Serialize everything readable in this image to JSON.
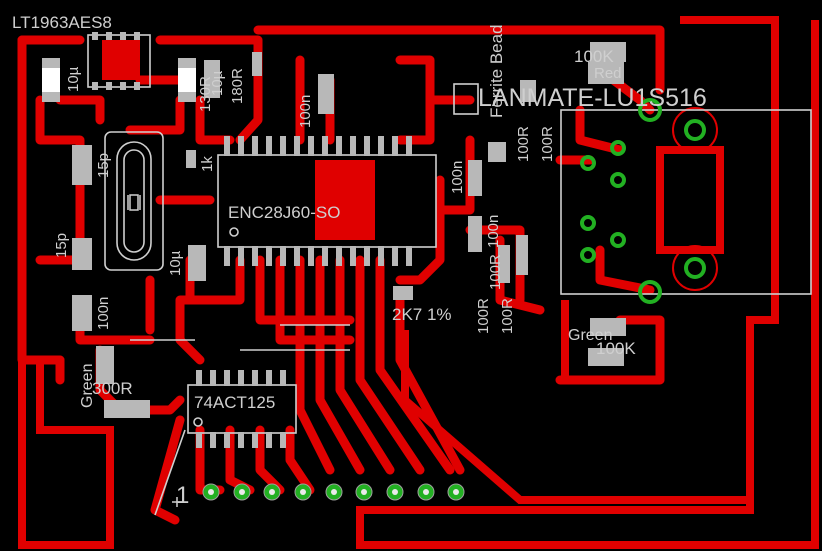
{
  "colors": {
    "background": "#000000",
    "copper": "#e00000",
    "silkscreen": "#cfcfcf",
    "pad": "#b8b8b8",
    "via": "#22b022"
  },
  "labels": {
    "regulator": "LT1963AES8",
    "cap_10u_a": "10µ",
    "cap_10u_b": "10µ",
    "cap_10u_c": "10µ",
    "res_130r": "130R",
    "res_180r": "180R",
    "cap_100n_a": "100n",
    "cap_100n_b": "100n",
    "cap_100n_c": "100n",
    "cap_100n_d": "100n",
    "cap_15p_a": "15p",
    "cap_15p_b": "15p",
    "res_1k": "1k",
    "ethernet_chip": "ENC28J60-SO",
    "ferrite": "Ferrite Bead",
    "jack": "LANMATE-LU1S516",
    "res_100k_a": "100K",
    "res_100k_b": "100K",
    "led_red": "Red",
    "led_green_a": "Green",
    "led_green_b": "Green",
    "res_100r_a": "100R",
    "res_100r_b": "100R",
    "res_100r_c": "100R",
    "res_100r_d": "100R",
    "res_100r_e": "100R",
    "res_2k7": "2K7 1%",
    "res_300r": "300R",
    "buffer_chip": "74ACT125",
    "pin1": "1"
  }
}
